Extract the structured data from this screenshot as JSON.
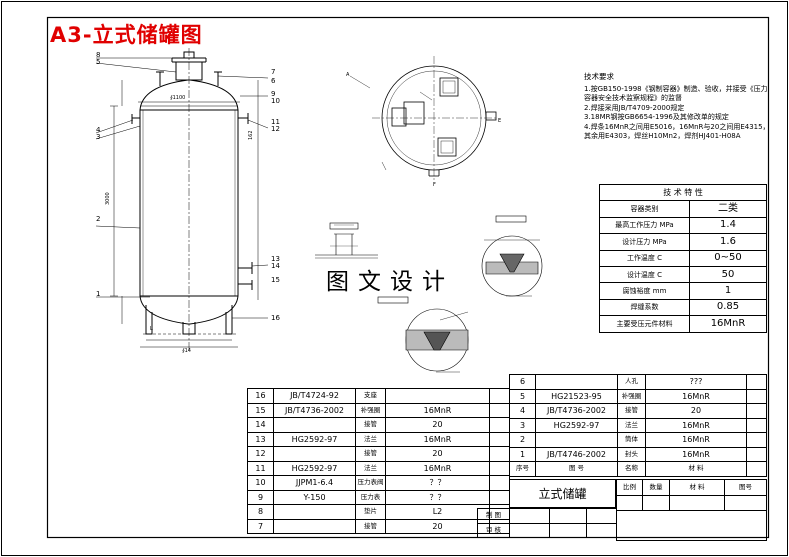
{
  "title": "A3-立式储罐图",
  "watermark": "图文设计",
  "balloons": {
    "left": [
      "8",
      "5",
      "4",
      "3",
      "2",
      "1"
    ],
    "right": [
      "7",
      "6",
      "9",
      "10",
      "11",
      "12",
      "13",
      "14",
      "15",
      "16"
    ]
  },
  "notes": {
    "heading": "技术要求",
    "lines": [
      "1.按GB150-1998《钢制容器》制造、验收，并接受《压力",
      "容器安全技术监察规程》的监督",
      "2.焊接采用JB/T4709-2000规定",
      "3.18MR钢按GB6654-1996及其修改单的规定",
      "4.焊条16MnR之间用E5016，16MnR与20之间用E4315，",
      "其余用E4303，焊丝H10Mn2，焊剂HJ401-H08A"
    ]
  },
  "spec": {
    "header": "技 术 特 性",
    "rows": [
      {
        "label": "容器类别",
        "value": "二类"
      },
      {
        "label": "最高工作压力 MPa",
        "value": "1.4"
      },
      {
        "label": "设计压力 MPa",
        "value": "1.6"
      },
      {
        "label": "工作温度 C",
        "value": "0~50"
      },
      {
        "label": "设计温度 C",
        "value": "50"
      },
      {
        "label": "腐蚀裕度 mm",
        "value": "1"
      },
      {
        "label": "焊缝系数",
        "value": "0.85"
      },
      {
        "label": "主要受压元件材料",
        "value": "16MnR"
      }
    ]
  },
  "bom_left": [
    {
      "no": "16",
      "code": "JB/T4724-92",
      "name": "支座",
      "material": ""
    },
    {
      "no": "15",
      "code": "JB/T4736-2002",
      "name": "补强圈",
      "material": "16MnR"
    },
    {
      "no": "14",
      "code": "",
      "name": "接管",
      "material": "20"
    },
    {
      "no": "13",
      "code": "HG2592-97",
      "name": "法兰",
      "material": "16MnR"
    },
    {
      "no": "12",
      "code": "",
      "name": "接管",
      "material": "20"
    },
    {
      "no": "11",
      "code": "HG2592-97",
      "name": "法兰",
      "material": "16MnR"
    },
    {
      "no": "10",
      "code": "JJPM1-6.4",
      "name": "压力表阀",
      "material": "？？"
    },
    {
      "no": "9",
      "code": "Y-150",
      "name": "压力表",
      "material": "？？"
    },
    {
      "no": "8",
      "code": "",
      "name": "垫片",
      "material": "L2"
    },
    {
      "no": "7",
      "code": "",
      "name": "接管",
      "material": "20"
    }
  ],
  "bom_right": [
    {
      "no": "6",
      "code": "",
      "name": "人孔",
      "material": "???"
    },
    {
      "no": "5",
      "code": "HG21523-95",
      "name": "补强圈",
      "material": "16MnR"
    },
    {
      "no": "4",
      "code": "JB/T4736-2002",
      "name": "接管",
      "material": "20"
    },
    {
      "no": "3",
      "code": "HG2592-97",
      "name": "法兰",
      "material": "16MnR"
    },
    {
      "no": "2",
      "code": "",
      "name": "筒体",
      "material": "16MnR"
    },
    {
      "no": "1",
      "code": "JB/T4746-2002",
      "name": "封头",
      "material": "16MnR"
    }
  ],
  "bom_header": {
    "no": "序号",
    "code": "图 号",
    "name": "名称",
    "material": "材 料"
  },
  "title_block": {
    "drawing_name": "立式储罐",
    "ratio": "比例",
    "qty": "数量",
    "material": "材 料",
    "drawing_no": "图号",
    "drawn": "制 图",
    "checked": "审 核"
  }
}
